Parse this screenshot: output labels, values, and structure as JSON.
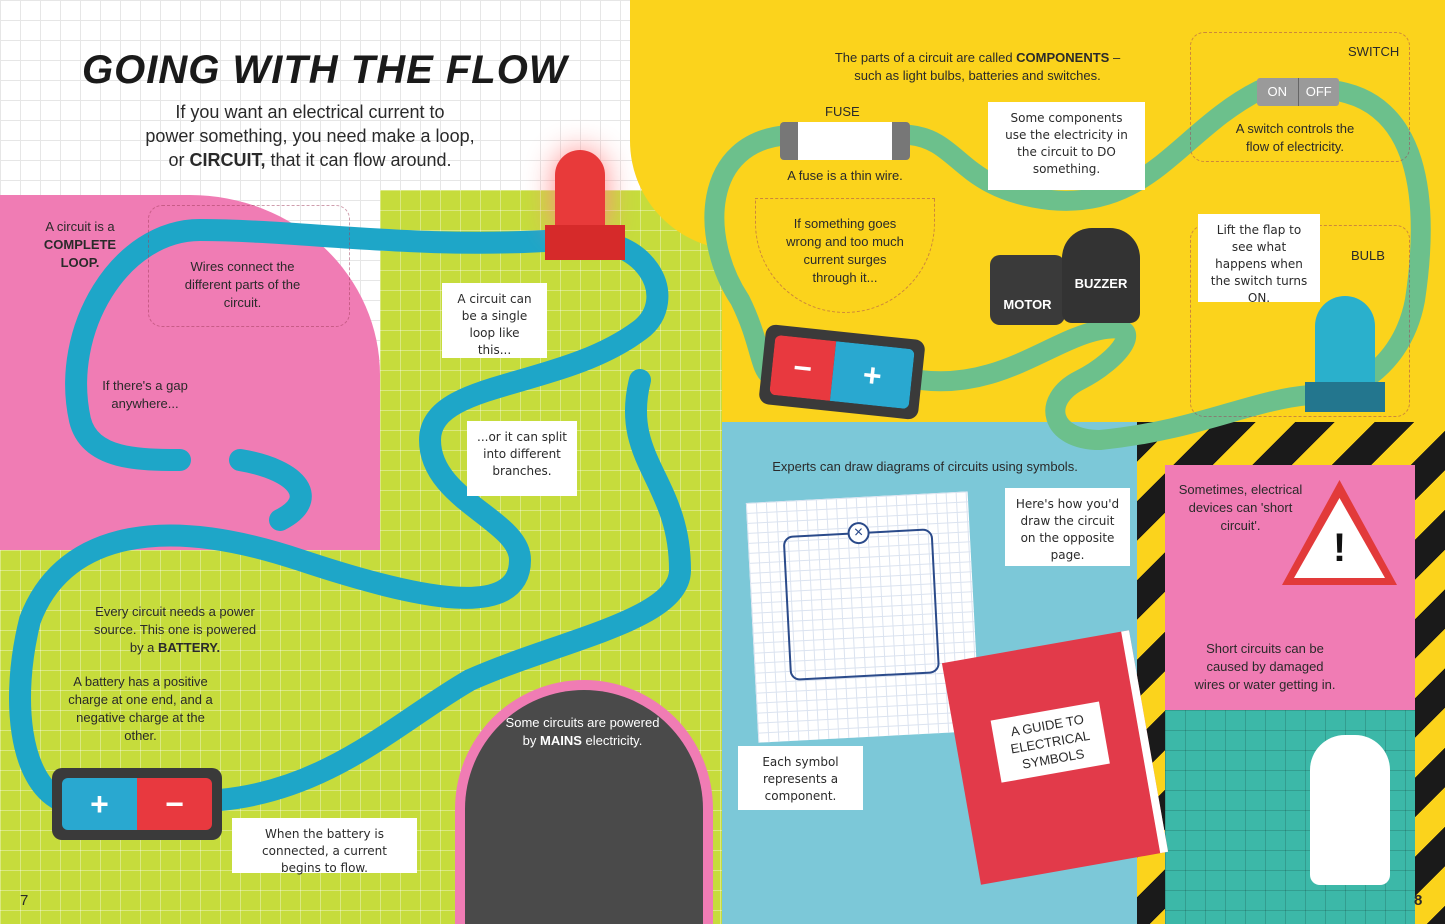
{
  "left_page": {
    "title": "GOING WITH THE FLOW",
    "intro": [
      "If you want an electrical current to",
      "power something, you need make a loop,",
      "or ",
      "CIRCUIT,",
      " that it can flow around."
    ],
    "complete_loop": [
      "A circuit is a",
      "COMPLETE",
      "LOOP."
    ],
    "wires": "Wires connect the different parts of the circuit.",
    "gap": "If there's a gap anywhere...",
    "single_loop": "A circuit can be a single loop like this...",
    "branches": "...or it can split into different branches.",
    "power_source": [
      "Every circuit needs a power source. This one is powered by a ",
      "BATTERY."
    ],
    "battery_charge": "A battery has a positive charge at one end, and a negative charge at the other.",
    "battery_connected": "When the battery is connected, a current begins to flow.",
    "mains": [
      "Some circuits are powered by ",
      "MAINS",
      " electricity."
    ],
    "page_number": "7"
  },
  "right_page": {
    "components": [
      "The parts of a circuit are called ",
      "COMPONENTS",
      " –",
      "such as light bulbs, batteries and switches."
    ],
    "fuse_label": "FUSE",
    "fuse_text": "A fuse is a thin wire.",
    "fuse_flap": "If something goes wrong and too much current surges through it...",
    "components_bubble": "Some components use the electricity in the circuit to DO something.",
    "motor": "MOTOR",
    "buzzer": "BUZZER",
    "switch_label": "SWITCH",
    "switch_on": "ON",
    "switch_off": "OFF",
    "switch_text": "A switch controls the flow of electricity.",
    "flap_bubble": "Lift the flap to see what happens when the switch turns ON.",
    "bulb_label": "BULB",
    "experts": "Experts can draw diagrams of circuits using symbols.",
    "diagram_bubble": "Here's how you'd draw the circuit on the opposite page.",
    "symbol_bubble": "Each symbol represents a component.",
    "book_title": "A GUIDE TO ELECTRICAL SYMBOLS",
    "short_circuit": "Sometimes, electrical devices can 'short circuit'.",
    "short_cause": "Short circuits can be caused by damaged wires or water getting in.",
    "page_number": "8"
  },
  "colors": {
    "pink": "#f07cb4",
    "lime": "#c6dc3c",
    "yellow": "#fbd31c",
    "blue": "#7cc8d8",
    "wire_blue": "#1ea6c8",
    "wire_green": "#6cc08c",
    "hazard": "#1a1a1a"
  }
}
